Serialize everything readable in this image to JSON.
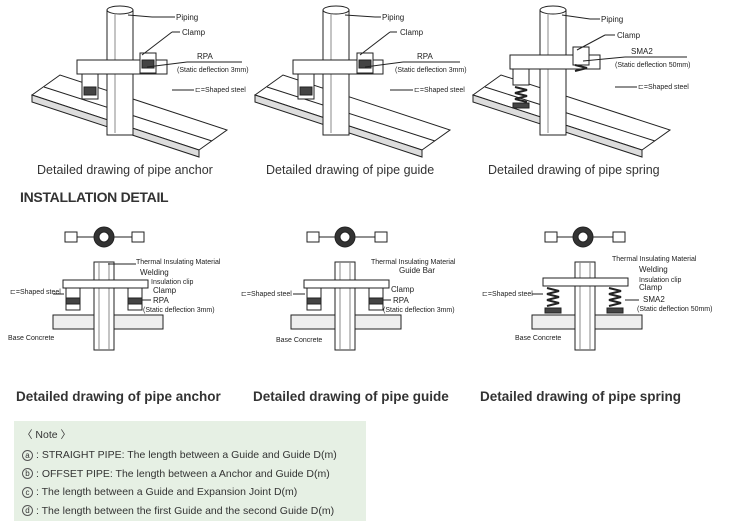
{
  "top": {
    "anchor": {
      "piping": "Piping",
      "clamp": "Clamp",
      "rpa": "RPA",
      "rpa_note": "(Static deflection 3mm)",
      "steel": "⊏=Shaped steel",
      "caption": "Detailed drawing of pipe anchor"
    },
    "guide": {
      "piping": "Piping",
      "clamp": "Clamp",
      "rpa": "RPA",
      "rpa_note": "(Static deflection 3mm)",
      "steel": "⊏=Shaped steel",
      "caption": "Detailed drawing of pipe guide"
    },
    "spring": {
      "piping": "Piping",
      "clamp": "Clamp",
      "sma": "SMA2",
      "sma_note": "(Static deflection 50mm)",
      "steel": "⊏=Shaped steel",
      "caption": "Detailed drawing of pipe spring"
    }
  },
  "section_title": "INSTALLATION DETAIL",
  "bottom": {
    "anchor": {
      "thermal": "Thermal Insulating Material",
      "welding": "Welding",
      "clip": "Insulation clip",
      "clamp": "Clamp",
      "rpa": "RPA",
      "rpa_note": "(Static deflection 3mm)",
      "steel": "⊏=Shaped steel",
      "concrete": "Base Concrete",
      "caption": "Detailed drawing of pipe anchor"
    },
    "guide": {
      "thermal": "Thermal Insulating Material",
      "guidebar": "Guide Bar",
      "clamp": "Clamp",
      "rpa": "RPA",
      "rpa_note": "(Static deflection 3mm)",
      "steel": "⊏=Shaped steel",
      "concrete": "Base Concrete",
      "caption": "Detailed drawing of pipe guide"
    },
    "spring": {
      "thermal": "Thermal Insulating Material",
      "welding": "Welding",
      "clip": "Insulation clip",
      "clamp": "Clamp",
      "sma": "SMA2",
      "sma_note": "(Static deflection 50mm)",
      "steel": "⊏=Shaped steel",
      "concrete": "Base Concrete",
      "caption": "Detailed drawing of pipe spring"
    }
  },
  "note": {
    "title": "〈 Note 〉",
    "items": [
      {
        "mark": "a",
        "text": ": STRAIGHT PIPE: The length between a Guide and Guide D(m)"
      },
      {
        "mark": "b",
        "text": ": OFFSET PIPE: The length between a Anchor and Guide D(m)"
      },
      {
        "mark": "c",
        "text": ": The length between a Guide and Expansion Joint D(m)"
      },
      {
        "mark": "d",
        "text": ": The length between the first Guide and the second Guide D(m)"
      }
    ]
  }
}
